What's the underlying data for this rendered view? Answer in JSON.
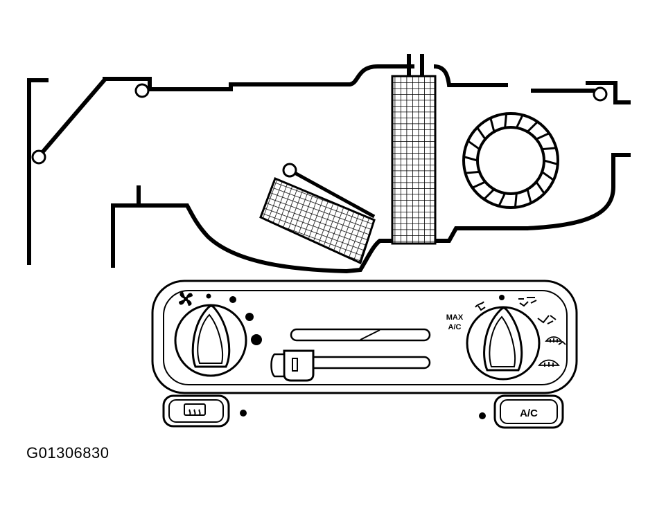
{
  "figure": {
    "id_label": "G01306830"
  },
  "control_panel": {
    "max_ac_label_line1": "MAX",
    "max_ac_label_line2": "A/C",
    "ac_button_label": "A/C",
    "icons": {
      "fan": "fan-icon",
      "rear_defrost": "rear-defrost-icon",
      "vent": "vent-icon",
      "panel_floor": "panel-floor-icon",
      "floor": "floor-icon",
      "floor_defrost": "floor-defrost-icon",
      "defrost": "defrost-icon"
    }
  },
  "colors": {
    "ink": "#000000",
    "paper": "#ffffff"
  }
}
